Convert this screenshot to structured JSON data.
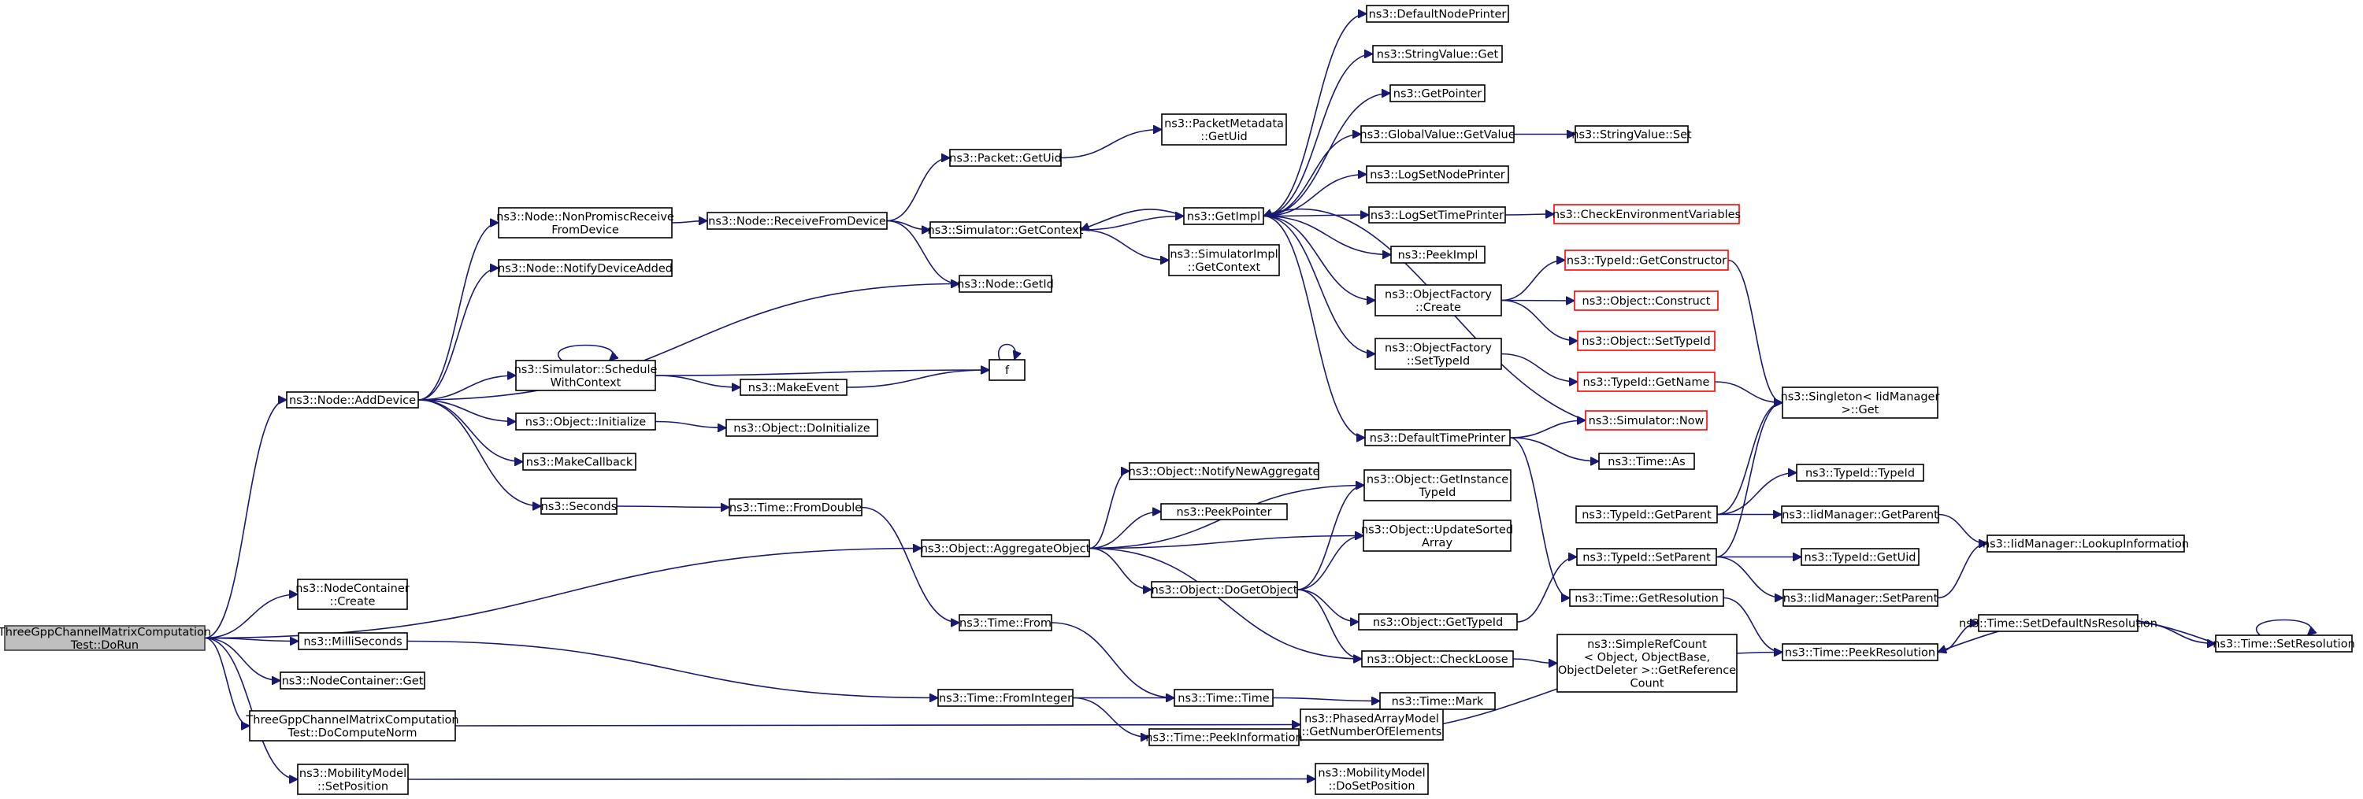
{
  "diagram": {
    "nodes": [
      {
        "id": "dorun",
        "lines": [
          "ThreeGppChannelMatrixComputation",
          "Test::DoRun"
        ],
        "style": "root"
      },
      {
        "id": "addDevice",
        "lines": [
          "ns3::Node::AddDevice"
        ]
      },
      {
        "id": "nonPromisc",
        "lines": [
          "ns3::Node::NonPromiscReceive",
          "FromDevice"
        ]
      },
      {
        "id": "notifyDevAdded",
        "lines": [
          "ns3::Node::NotifyDeviceAdded"
        ]
      },
      {
        "id": "schedWithCtx",
        "lines": [
          "ns3::Simulator::Schedule",
          "WithContext"
        ]
      },
      {
        "id": "objInit",
        "lines": [
          "ns3::Object::Initialize"
        ]
      },
      {
        "id": "makeCallback",
        "lines": [
          "ns3::MakeCallback"
        ]
      },
      {
        "id": "seconds",
        "lines": [
          "ns3::Seconds"
        ]
      },
      {
        "id": "ncCreate",
        "lines": [
          "ns3::NodeContainer",
          "::Create"
        ]
      },
      {
        "id": "milliSeconds",
        "lines": [
          "ns3::MilliSeconds"
        ]
      },
      {
        "id": "ncGet",
        "lines": [
          "ns3::NodeContainer::Get"
        ]
      },
      {
        "id": "doComputeNorm",
        "lines": [
          "ThreeGppChannelMatrixComputation",
          "Test::DoComputeNorm"
        ]
      },
      {
        "id": "mmSetPos",
        "lines": [
          "ns3::MobilityModel",
          "::SetPosition"
        ]
      },
      {
        "id": "recvFromDev",
        "lines": [
          "ns3::Node::ReceiveFromDevice"
        ]
      },
      {
        "id": "makeEvent",
        "lines": [
          "ns3::MakeEvent"
        ]
      },
      {
        "id": "f",
        "lines": [
          "f"
        ]
      },
      {
        "id": "doInitialize",
        "lines": [
          "ns3::Object::DoInitialize"
        ]
      },
      {
        "id": "fromDouble",
        "lines": [
          "ns3::Time::FromDouble"
        ]
      },
      {
        "id": "aggObj",
        "lines": [
          "ns3::Object::AggregateObject"
        ]
      },
      {
        "id": "timeFrom",
        "lines": [
          "ns3::Time::From"
        ]
      },
      {
        "id": "fromInteger",
        "lines": [
          "ns3::Time::FromInteger"
        ]
      },
      {
        "id": "getNumElems",
        "lines": [
          "ns3::PhasedArrayModel",
          "::GetNumberOfElements"
        ]
      },
      {
        "id": "doSetPos",
        "lines": [
          "ns3::MobilityModel",
          "::DoSetPosition"
        ]
      },
      {
        "id": "pktGetUid",
        "lines": [
          "ns3::Packet::GetUid"
        ]
      },
      {
        "id": "simGetCtx",
        "lines": [
          "ns3::Simulator::GetContext"
        ]
      },
      {
        "id": "nodeGetId",
        "lines": [
          "ns3::Node::GetId"
        ]
      },
      {
        "id": "pmGetUid",
        "lines": [
          "ns3::PacketMetadata",
          "::GetUid"
        ]
      },
      {
        "id": "getImpl",
        "lines": [
          "ns3::GetImpl"
        ]
      },
      {
        "id": "simImplGetCtx",
        "lines": [
          "ns3::SimulatorImpl",
          "::GetContext"
        ]
      },
      {
        "id": "notifyNewAgg",
        "lines": [
          "ns3::Object::NotifyNewAggregate"
        ]
      },
      {
        "id": "peekPointer",
        "lines": [
          "ns3::PeekPointer"
        ]
      },
      {
        "id": "doGetObject",
        "lines": [
          "ns3::Object::DoGetObject"
        ]
      },
      {
        "id": "timeTime",
        "lines": [
          "ns3::Time::Time"
        ]
      },
      {
        "id": "peekInfo",
        "lines": [
          "ns3::Time::PeekInformation"
        ]
      },
      {
        "id": "defNodePrinter",
        "lines": [
          "ns3::DefaultNodePrinter"
        ]
      },
      {
        "id": "strValGet",
        "lines": [
          "ns3::StringValue::Get"
        ]
      },
      {
        "id": "getPointer",
        "lines": [
          "ns3::GetPointer"
        ]
      },
      {
        "id": "gvGetValue",
        "lines": [
          "ns3::GlobalValue::GetValue"
        ]
      },
      {
        "id": "logSetNode",
        "lines": [
          "ns3::LogSetNodePrinter"
        ]
      },
      {
        "id": "logSetTime",
        "lines": [
          "ns3::LogSetTimePrinter"
        ]
      },
      {
        "id": "peekImpl",
        "lines": [
          "ns3::PeekImpl"
        ]
      },
      {
        "id": "ofCreate",
        "lines": [
          "ns3::ObjectFactory",
          "::Create"
        ]
      },
      {
        "id": "ofSetTypeId",
        "lines": [
          "ns3::ObjectFactory",
          "::SetTypeId"
        ]
      },
      {
        "id": "defTimePrinter",
        "lines": [
          "ns3::DefaultTimePrinter"
        ]
      },
      {
        "id": "getInstTypeId",
        "lines": [
          "ns3::Object::GetInstance",
          "TypeId"
        ]
      },
      {
        "id": "updSortedArr",
        "lines": [
          "ns3::Object::UpdateSorted",
          "Array"
        ]
      },
      {
        "id": "objGetTypeId",
        "lines": [
          "ns3::Object::GetTypeId"
        ]
      },
      {
        "id": "checkLoose",
        "lines": [
          "ns3::Object::CheckLoose"
        ]
      },
      {
        "id": "timeMark",
        "lines": [
          "ns3::Time::Mark"
        ]
      },
      {
        "id": "strValSet",
        "lines": [
          "ns3::StringValue::Set"
        ]
      },
      {
        "id": "checkEnvVars",
        "lines": [
          "ns3::CheckEnvironmentVariables"
        ],
        "style": "trunc"
      },
      {
        "id": "tidGetCtor",
        "lines": [
          "ns3::TypeId::GetConstructor"
        ],
        "style": "trunc"
      },
      {
        "id": "objConstruct",
        "lines": [
          "ns3::Object::Construct"
        ],
        "style": "trunc"
      },
      {
        "id": "objSetTypeId",
        "lines": [
          "ns3::Object::SetTypeId"
        ],
        "style": "trunc"
      },
      {
        "id": "tidGetName",
        "lines": [
          "ns3::TypeId::GetName"
        ],
        "style": "trunc"
      },
      {
        "id": "simNow",
        "lines": [
          "ns3::Simulator::Now"
        ],
        "style": "trunc"
      },
      {
        "id": "timeAs",
        "lines": [
          "ns3::Time::As"
        ]
      },
      {
        "id": "tidGetParent",
        "lines": [
          "ns3::TypeId::GetParent"
        ]
      },
      {
        "id": "tidSetParent",
        "lines": [
          "ns3::TypeId::SetParent"
        ]
      },
      {
        "id": "timeGetRes",
        "lines": [
          "ns3::Time::GetResolution"
        ]
      },
      {
        "id": "simpleRefCount",
        "lines": [
          "ns3::SimpleRefCount",
          "< Object, ObjectBase,",
          "ObjectDeleter >::GetReference",
          "Count"
        ]
      },
      {
        "id": "singletonGet",
        "lines": [
          "ns3::Singleton< IidManager",
          " >::Get"
        ]
      },
      {
        "id": "tidTypeId",
        "lines": [
          "ns3::TypeId::TypeId"
        ]
      },
      {
        "id": "iidGetParent",
        "lines": [
          "ns3::IidManager::GetParent"
        ]
      },
      {
        "id": "tidGetUid",
        "lines": [
          "ns3::TypeId::GetUid"
        ]
      },
      {
        "id": "iidSetParent",
        "lines": [
          "ns3::IidManager::SetParent"
        ]
      },
      {
        "id": "peekRes",
        "lines": [
          "ns3::Time::PeekResolution"
        ]
      },
      {
        "id": "iidLookup",
        "lines": [
          "ns3::IidManager::LookupInformation"
        ]
      },
      {
        "id": "setDefNsRes",
        "lines": [
          "ns3::Time::SetDefaultNsResolution"
        ]
      },
      {
        "id": "setRes",
        "lines": [
          "ns3::Time::SetResolution"
        ]
      }
    ],
    "edges": [
      [
        "dorun",
        "addDevice"
      ],
      [
        "dorun",
        "aggObj"
      ],
      [
        "dorun",
        "ncCreate"
      ],
      [
        "dorun",
        "milliSeconds"
      ],
      [
        "dorun",
        "ncGet"
      ],
      [
        "dorun",
        "doComputeNorm"
      ],
      [
        "dorun",
        "mmSetPos"
      ],
      [
        "addDevice",
        "nonPromisc"
      ],
      [
        "addDevice",
        "notifyDevAdded"
      ],
      [
        "addDevice",
        "nodeGetId"
      ],
      [
        "addDevice",
        "schedWithCtx"
      ],
      [
        "addDevice",
        "objInit"
      ],
      [
        "addDevice",
        "makeCallback"
      ],
      [
        "addDevice",
        "seconds"
      ],
      [
        "nonPromisc",
        "recvFromDev"
      ],
      [
        "schedWithCtx",
        "schedWithCtx"
      ],
      [
        "schedWithCtx",
        "f"
      ],
      [
        "schedWithCtx",
        "makeEvent"
      ],
      [
        "makeEvent",
        "f"
      ],
      [
        "f",
        "f"
      ],
      [
        "objInit",
        "doInitialize"
      ],
      [
        "seconds",
        "fromDouble"
      ],
      [
        "fromDouble",
        "timeFrom"
      ],
      [
        "milliSeconds",
        "fromInteger"
      ],
      [
        "doComputeNorm",
        "getNumElems"
      ],
      [
        "mmSetPos",
        "doSetPos"
      ],
      [
        "recvFromDev",
        "pktGetUid"
      ],
      [
        "recvFromDev",
        "simGetCtx"
      ],
      [
        "recvFromDev",
        "nodeGetId"
      ],
      [
        "pktGetUid",
        "pmGetUid"
      ],
      [
        "simGetCtx",
        "getImpl"
      ],
      [
        "simGetCtx",
        "simImplGetCtx"
      ],
      [
        "getImpl",
        "simGetCtx"
      ],
      [
        "getImpl",
        "defNodePrinter"
      ],
      [
        "getImpl",
        "strValGet"
      ],
      [
        "getImpl",
        "getPointer"
      ],
      [
        "getImpl",
        "gvGetValue"
      ],
      [
        "getImpl",
        "logSetNode"
      ],
      [
        "getImpl",
        "logSetTime"
      ],
      [
        "getImpl",
        "peekImpl"
      ],
      [
        "getImpl",
        "ofCreate"
      ],
      [
        "getImpl",
        "ofSetTypeId"
      ],
      [
        "getImpl",
        "defTimePrinter"
      ],
      [
        "gvGetValue",
        "strValSet"
      ],
      [
        "logSetTime",
        "checkEnvVars"
      ],
      [
        "ofCreate",
        "tidGetCtor"
      ],
      [
        "ofCreate",
        "objConstruct"
      ],
      [
        "ofCreate",
        "objSetTypeId"
      ],
      [
        "ofSetTypeId",
        "tidGetName"
      ],
      [
        "simNow",
        "getImpl"
      ],
      [
        "defTimePrinter",
        "simNow"
      ],
      [
        "defTimePrinter",
        "timeAs"
      ],
      [
        "defTimePrinter",
        "timeGetRes"
      ],
      [
        "aggObj",
        "getInstTypeId"
      ],
      [
        "aggObj",
        "notifyNewAgg"
      ],
      [
        "aggObj",
        "peekPointer"
      ],
      [
        "aggObj",
        "updSortedArr"
      ],
      [
        "aggObj",
        "doGetObject"
      ],
      [
        "aggObj",
        "checkLoose"
      ],
      [
        "doGetObject",
        "getInstTypeId"
      ],
      [
        "doGetObject",
        "updSortedArr"
      ],
      [
        "doGetObject",
        "objGetTypeId"
      ],
      [
        "doGetObject",
        "checkLoose"
      ],
      [
        "objGetTypeId",
        "tidSetParent"
      ],
      [
        "checkLoose",
        "simpleRefCount"
      ],
      [
        "timeFrom",
        "timeTime"
      ],
      [
        "fromInteger",
        "timeTime"
      ],
      [
        "fromInteger",
        "peekInfo"
      ],
      [
        "timeTime",
        "timeMark"
      ],
      [
        "peekInfo",
        "peekRes"
      ],
      [
        "tidGetCtor",
        "singletonGet"
      ],
      [
        "tidGetName",
        "singletonGet"
      ],
      [
        "tidGetParent",
        "singletonGet"
      ],
      [
        "tidGetParent",
        "tidTypeId"
      ],
      [
        "tidGetParent",
        "iidGetParent"
      ],
      [
        "tidSetParent",
        "singletonGet"
      ],
      [
        "tidSetParent",
        "tidGetUid"
      ],
      [
        "tidSetParent",
        "iidSetParent"
      ],
      [
        "iidGetParent",
        "iidLookup"
      ],
      [
        "iidSetParent",
        "iidLookup"
      ],
      [
        "timeGetRes",
        "peekRes"
      ],
      [
        "peekRes",
        "setDefNsRes"
      ],
      [
        "setDefNsRes",
        "setRes"
      ],
      [
        "setRes",
        "peekRes"
      ],
      [
        "setRes",
        "setRes"
      ]
    ]
  }
}
